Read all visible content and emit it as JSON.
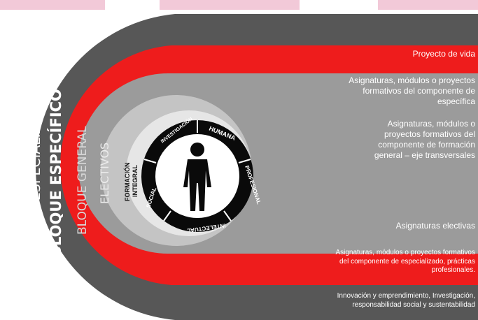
{
  "blocks": {
    "especializado": "BLOQUE ESPECIALIZADO",
    "especifico": "BLOQUE ESPECÍFICO",
    "general": "BLOQUE GENERAL",
    "electivos": "ELECTIVOS"
  },
  "wheel": {
    "center_label_line1": "FORMACIÓN",
    "center_label_line2": "INTEGRAL",
    "ring_labels": [
      "INVESTIGACIÓN",
      "HUMANA",
      "PROFESIONAL",
      "INTELECTUAL",
      "SOCIAL"
    ]
  },
  "bands": {
    "proyecto_de_vida": "Proyecto de vida",
    "especifica_line1": "Asignaturas, módulos o proyectos",
    "especifica_line2": "formativos del componente de",
    "especifica_line3": "específica",
    "general_line1": "Asignaturas, módulos o",
    "general_line2": "proyectos formativos del",
    "general_line3": "componente de formación",
    "general_line4": "general – eje transversales",
    "electivas": "Asignaturas electivas",
    "especializado_line1": "Asignaturas, módulos o proyectos formativos",
    "especializado_line2": "del componente de especializado, prácticas",
    "especializado_line3": "profesionales.",
    "innovacion_line1": "Innovación y emprendimiento, Investigación,",
    "innovacion_line2": "responsabilidad social y sustentabilidad"
  },
  "colors": {
    "dark_gray": "#575757",
    "red": "#ee1c1c",
    "mid_gray": "#9b9b9b",
    "light_gray": "#c4c4c4",
    "black": "#0a0a0a",
    "pink": "#f2c9d8"
  },
  "icons": {
    "center": "person-silhouette-icon"
  }
}
